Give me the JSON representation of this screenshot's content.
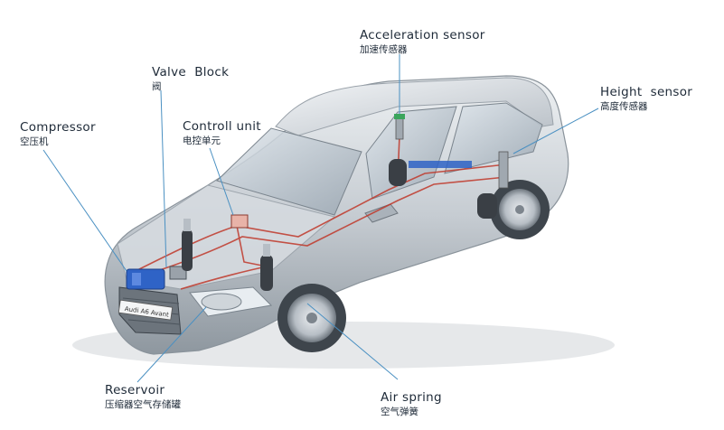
{
  "labels": {
    "acceleration_sensor": {
      "en": "Acceleration sensor",
      "zh": "加速传感器"
    },
    "height_sensor": {
      "en": "Height  sensor",
      "zh": "高度传感器"
    },
    "valve_block": {
      "en": "Valve  Block",
      "zh": "阀"
    },
    "control_unit": {
      "en": "Controll unit",
      "zh": "电控单元"
    },
    "compressor": {
      "en": "Compressor",
      "zh": "空压机"
    },
    "reservoir": {
      "en": "Reservoir",
      "zh": "压缩器空气存储罐"
    },
    "air_spring": {
      "en": "Air spring",
      "zh": "空气弹簧"
    }
  },
  "car": {
    "badge_text": "Audi A6 Avant"
  },
  "colors": {
    "leader_line": "#4a90c2",
    "body": "#c9ced3",
    "air_line": "#c0392b",
    "component_blue": "#2f63c6",
    "text": "#1e2a38"
  }
}
